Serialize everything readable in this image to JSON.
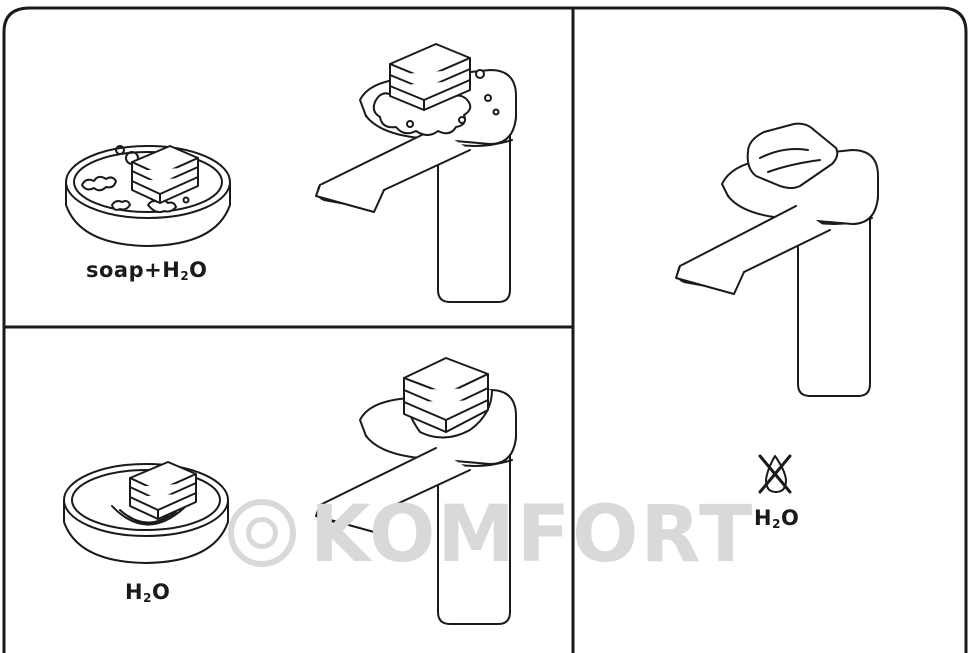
{
  "panels": [
    {
      "id": "soap-water",
      "label_main": "soap+H",
      "label_sub": "2",
      "label_end": "O"
    },
    {
      "id": "water",
      "label_main": "H",
      "label_sub": "2",
      "label_end": "O"
    },
    {
      "id": "no-water",
      "label_main": "H",
      "label_sub": "2",
      "label_end": "O"
    }
  ],
  "watermark": {
    "text": "KOMFORT"
  },
  "icons": {
    "faucet": "faucet-icon",
    "sponge": "sponge-icon",
    "bowl": "bowl-icon",
    "cloth": "cloth-icon",
    "no_water": "no-water-icon"
  }
}
